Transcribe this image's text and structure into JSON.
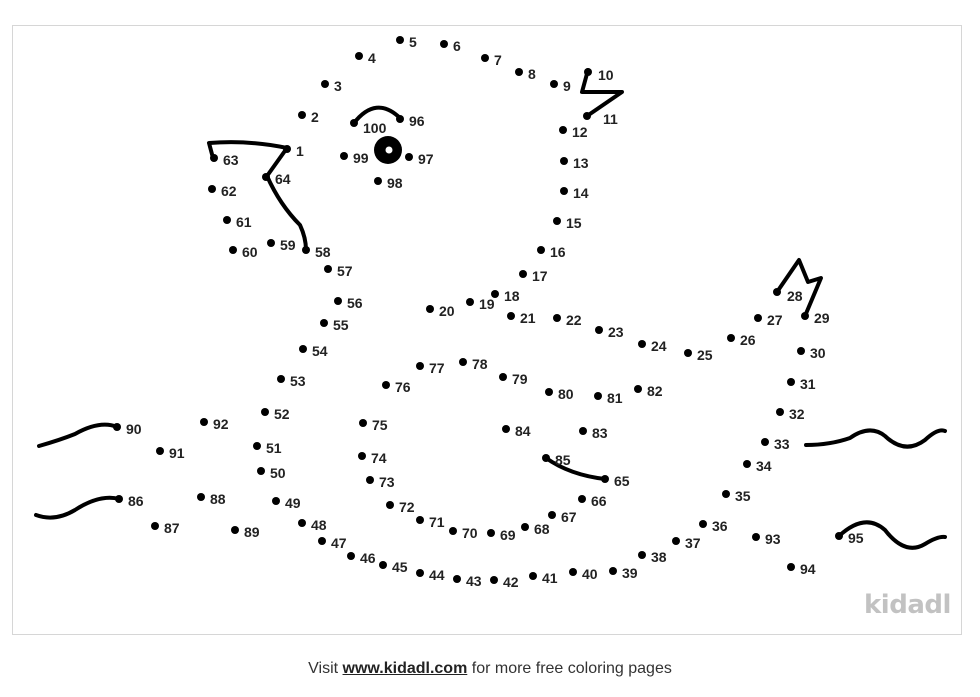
{
  "page": {
    "logo_text": "kidadl",
    "footer": {
      "prefix": "Visit ",
      "link": "www.kidadl.com",
      "suffix": " for more free coloring pages"
    }
  },
  "dots": {
    "labels": [
      "1",
      "2",
      "3",
      "4",
      "5",
      "6",
      "7",
      "8",
      "9",
      "10",
      "11",
      "12",
      "13",
      "14",
      "15",
      "16",
      "17",
      "18",
      "19",
      "20",
      "21",
      "22",
      "23",
      "24",
      "25",
      "26",
      "27",
      "28",
      "29",
      "30",
      "31",
      "32",
      "33",
      "34",
      "35",
      "36",
      "37",
      "38",
      "39",
      "40",
      "41",
      "42",
      "43",
      "44",
      "45",
      "46",
      "47",
      "48",
      "49",
      "50",
      "51",
      "52",
      "53",
      "54",
      "55",
      "56",
      "57",
      "58",
      "59",
      "60",
      "61",
      "62",
      "63",
      "64",
      "65",
      "66",
      "67",
      "68",
      "69",
      "70",
      "71",
      "72",
      "73",
      "74",
      "75",
      "76",
      "77",
      "78",
      "79",
      "80",
      "81",
      "82",
      "83",
      "84",
      "85",
      "86",
      "87",
      "88",
      "89",
      "90",
      "91",
      "92",
      "93",
      "94",
      "95",
      "96",
      "97",
      "98",
      "99",
      "100"
    ]
  },
  "colors": {
    "ink": "#000000",
    "frame": "#d6d6d6",
    "logo": "#c2c2c2"
  }
}
